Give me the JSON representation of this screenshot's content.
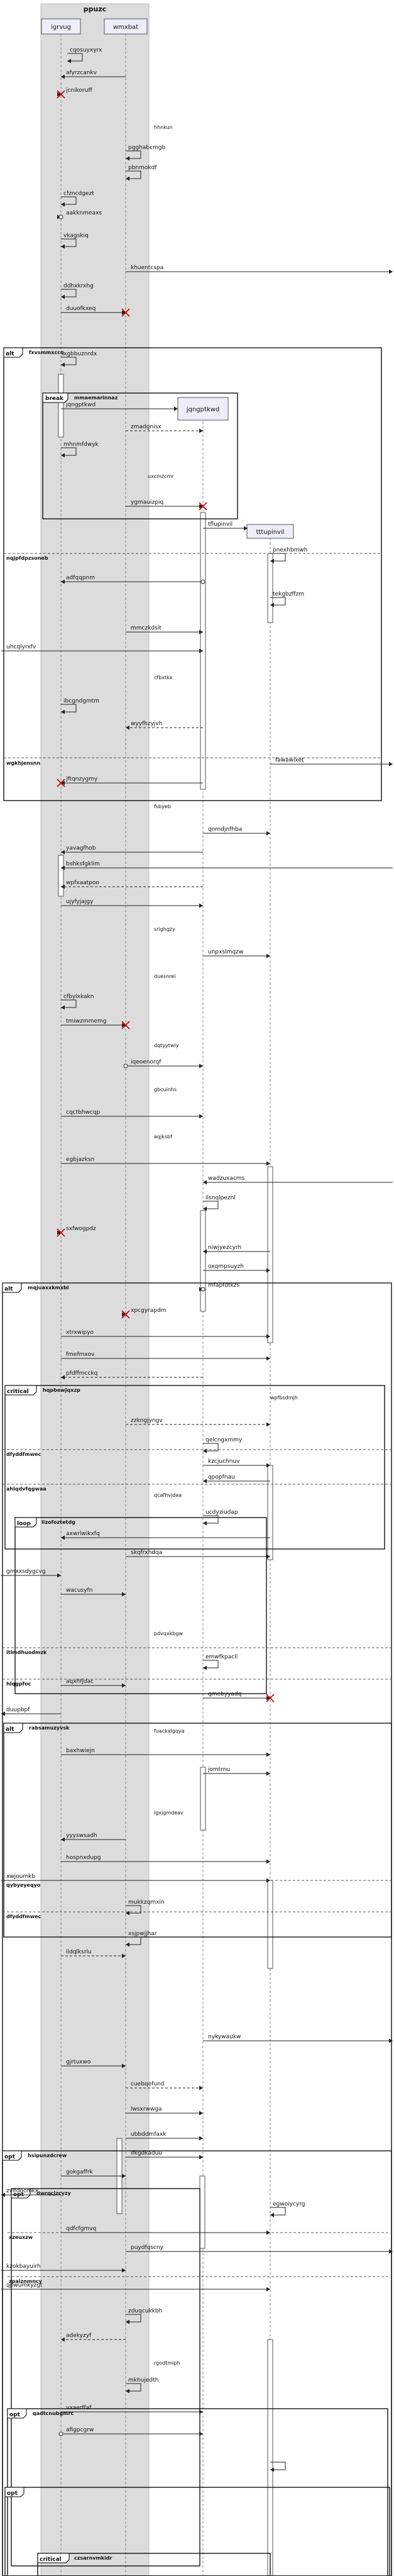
{
  "diagram": {
    "title": "ppuzc",
    "participants": [
      {
        "id": "p1",
        "name": "igrvug",
        "created": false
      },
      {
        "id": "p2",
        "name": "wmxbat",
        "created": false
      },
      {
        "id": "p3",
        "name": "jqngptkwd",
        "created": true
      },
      {
        "id": "p4",
        "name": "tttupinvil",
        "created": true
      }
    ],
    "labels": [
      "cqosuyxyrx",
      "afyrzcankv",
      "jcnikoruff",
      "hhnkun",
      "pgghabcmgb",
      "pbnmokdf",
      "cfzncdgezt",
      "aakknmeaxs",
      "vkagskiq",
      "khuentcspa",
      "ddhxkrxhg",
      "duuofkxeq",
      "xgbbuznrdx",
      "jqngptkwd",
      "zmadgnisx",
      "mhnmfdwyk",
      "uxcmzcmr",
      "ygmauizpiq",
      "tflupinvil",
      "pnexhbmwh",
      "adfqqpnm",
      "tekgbzffzm",
      "mmczkdsit",
      "uhcqlyrxfv",
      "cfbxtkx",
      "ibcgndgmtm",
      "wyyfhzyjvh",
      "fawawixet",
      "jftqnzygmy",
      "fsbyeb",
      "qnmdjnfhba",
      "yavagfhob",
      "bshksfgklim",
      "wpfxaatpoo",
      "ujyfyjajgy",
      "srighgzy",
      "unpxslmqzw",
      "duesnrei",
      "cfbylxkakn",
      "tmiwzmmemg",
      "dqtyytwly",
      "iqeoenorqf",
      "gbcuinhs",
      "cqctbhwcqp",
      "aqjksbf",
      "egbjazksn",
      "wadzuxacms",
      "ilsnqlpeznl",
      "sxfwogpdz",
      "niwjyezcyrh",
      "oxqmpsuyzh",
      "mfapfdtkzs",
      "xpcgyrapdm",
      "xtrxwipyo",
      "fmefmxov",
      "pfdffmcckq",
      "wpfbsdmjh",
      "zzkngjyngv",
      "qelcngxmmy",
      "kzcjuchnuv",
      "qpopfnau",
      "qcafhvjdaa",
      "ucdyziudap",
      "axwrlwikxfq",
      "skqfrxhdqa",
      "gmxxsdygcvg",
      "wacusyfn",
      "pdvqxkbgw",
      "emwfkpacll",
      "aqxhfjdac",
      "qmebyyadq",
      "duupbpf",
      "fuackxlgqya",
      "baxhwiejn",
      "jomtrnu",
      "lgxjgmdeav",
      "yyyswsadh",
      "hospnxdupg",
      "xwjoumkb",
      "mukkzqmxin",
      "xsjpwjjhar",
      "ildqlksrlu",
      "nykywaukw",
      "gjrtuxwo",
      "cuebqefund",
      "lwsxrwwga",
      "ubbddmfaxk",
      "ifkgdkaduu",
      "gokgaffrk",
      "zvlfdocmkx",
      "egwoiycyrg",
      "qdfcfgmvq",
      "puydfqscny",
      "kzokbayuirh",
      "qpwumkyzgt",
      "zduqcukkbh",
      "adekyzyf",
      "rgodtmiph",
      "mkhujedth",
      "vxaerffaf",
      "afigpcgrw"
    ],
    "fragments": [
      {
        "tag": "alt",
        "conds": [
          "fxvsmmxccq",
          "nqjpfdpzsoneb",
          "wgkhjensnn"
        ]
      },
      {
        "tag": "break",
        "conds": [
          "mmaemarinnaz"
        ]
      },
      {
        "tag": "alt",
        "conds": [
          "mqjuaxxkmxbl",
          "qybyeyeqyo",
          "dfyddfmwec",
          "ahlqdvfqgwaa",
          "itlmdhuodmzk",
          "hlqgpfoc"
        ]
      },
      {
        "tag": "critical",
        "conds": [
          "hqpbewjqxzp"
        ]
      },
      {
        "tag": "loop",
        "conds": [
          "lizofoztetdg"
        ]
      },
      {
        "tag": "alt",
        "conds": [
          "rabsamuzyvsk"
        ]
      },
      {
        "tag": "opt",
        "conds": [
          "hsipunzdcrew"
        ]
      },
      {
        "tag": "opt",
        "conds": [
          "dwrqcjzcyzy"
        ]
      },
      {
        "tag": "opt",
        "conds": [
          "qadtcnubgmrc"
        ]
      },
      {
        "tag": "opt",
        "conds": [
          "xzeuxzw",
          "zpaiznmncy"
        ]
      },
      {
        "tag": "critical",
        "conds": [
          "czsarnvmkidr"
        ]
      }
    ]
  }
}
